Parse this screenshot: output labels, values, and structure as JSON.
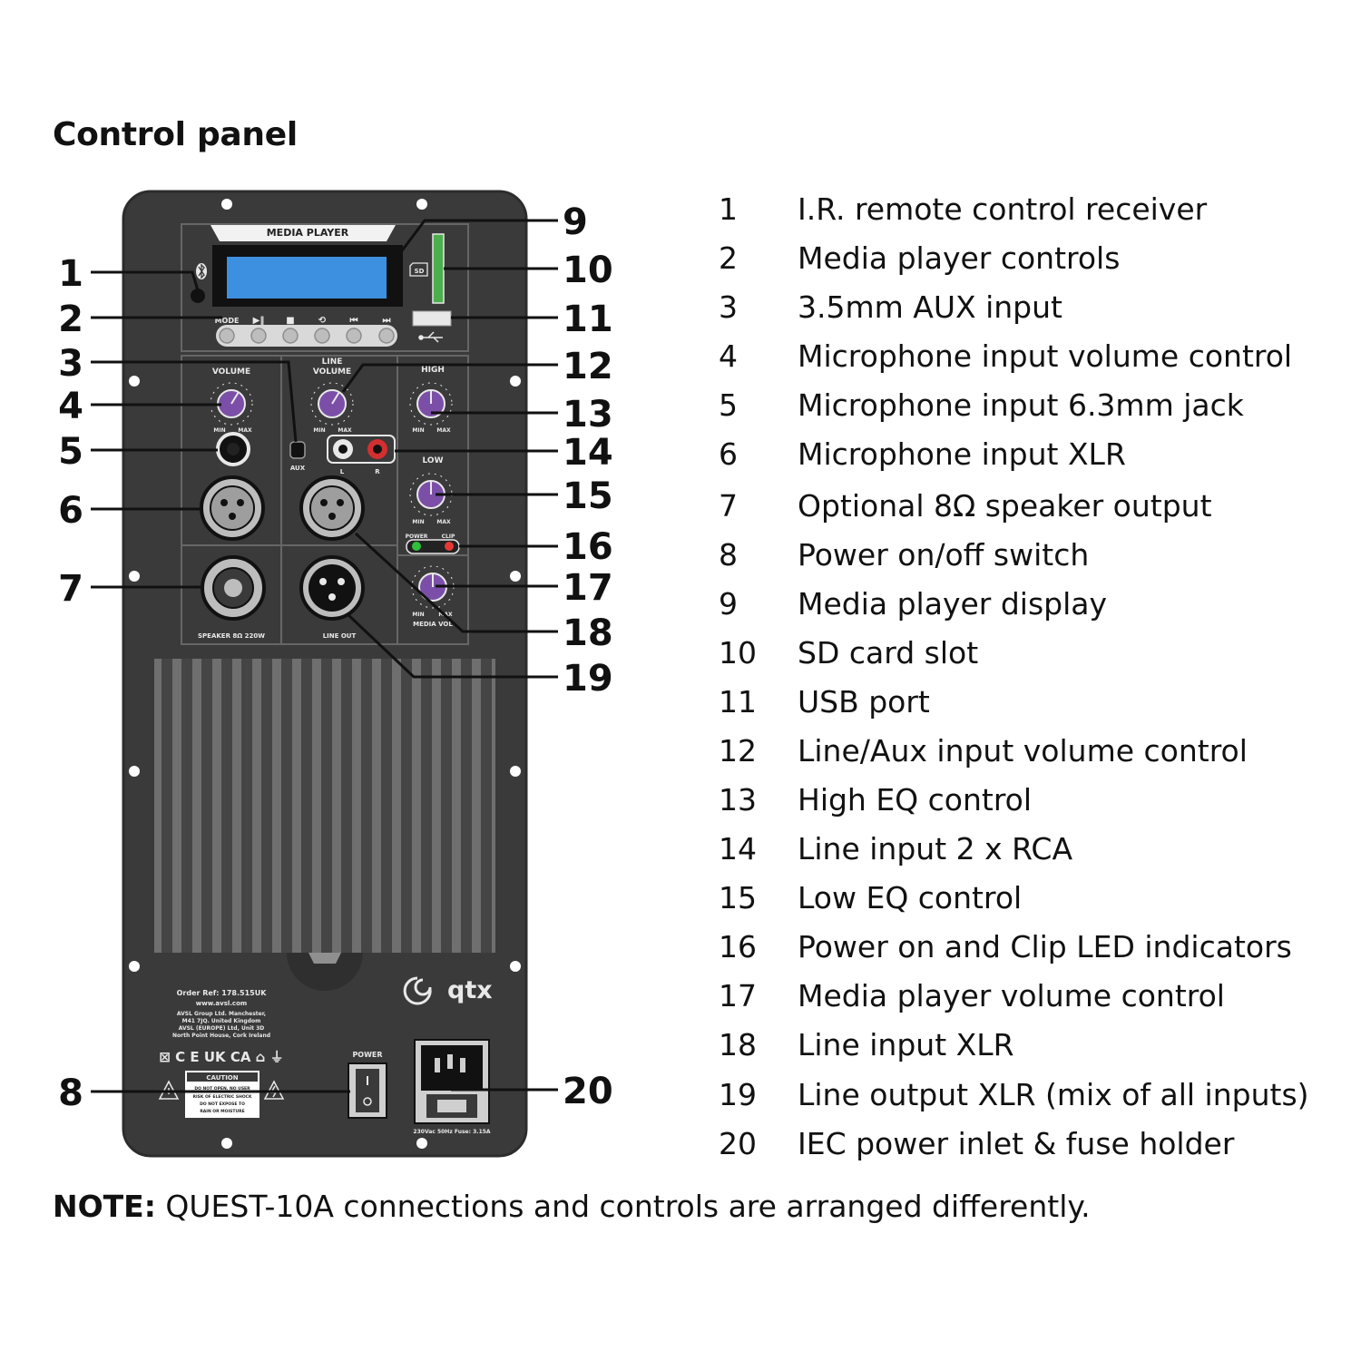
{
  "title": "Control panel",
  "legend": [
    {
      "num": "1",
      "desc": "I.R. remote control receiver"
    },
    {
      "num": "2",
      "desc": "Media player controls"
    },
    {
      "num": "3",
      "desc": "3.5mm AUX input"
    },
    {
      "num": "4",
      "desc": "Microphone input volume control"
    },
    {
      "num": "5",
      "desc": "Microphone input 6.3mm jack"
    },
    {
      "num": "6",
      "desc": "Microphone input XLR"
    },
    {
      "num": "7",
      "desc": "Optional 8Ω speaker output"
    },
    {
      "num": "8",
      "desc": "Power on/off switch"
    },
    {
      "num": "9",
      "desc": "Media player display"
    },
    {
      "num": "10",
      "desc": "SD card slot"
    },
    {
      "num": "11",
      "desc": "USB port"
    },
    {
      "num": "12",
      "desc": "Line/Aux input volume control"
    },
    {
      "num": "13",
      "desc": "High EQ control"
    },
    {
      "num": "14",
      "desc": "Line input 2 x RCA"
    },
    {
      "num": "15",
      "desc": "Low EQ control"
    },
    {
      "num": "16",
      "desc": "Power on and Clip LED indicators"
    },
    {
      "num": "17",
      "desc": "Media player volume control"
    },
    {
      "num": "18",
      "desc": "Line input XLR"
    },
    {
      "num": "19",
      "desc": "Line output XLR (mix of all inputs)"
    },
    {
      "num": "20",
      "desc": "IEC power inlet & fuse holder"
    }
  ],
  "note": {
    "label": "NOTE:",
    "text": " QUEST-10A connections and controls are arranged differently."
  },
  "panel": {
    "media_player_label": "MEDIA PLAYER",
    "button_labels": [
      "MODE",
      "▶‖",
      "■",
      "⟲",
      "⏮",
      "⏭"
    ],
    "sd_label": "SD",
    "mic_volume_label": "VOLUME",
    "line_volume_label": "LINE\nVOLUME",
    "high_label": "HIGH",
    "low_label": "LOW",
    "min_label": "MIN",
    "max_label": "MAX",
    "aux_label": "AUX",
    "rca_left_label": "L",
    "rca_right_label": "R",
    "power_led_label": "POWER",
    "clip_led_label": "CLIP",
    "media_volume_label": "MEDIA VOL",
    "speaker_label": "SPEAKER 8Ω 220W",
    "line_out_label": "LINE OUT",
    "order_ref": "Order Ref: 178.515UK",
    "website": "www.avsl.com",
    "address_lines": [
      "AVSL Group Ltd. Manchester,",
      "M41 7JQ. United Kingdom",
      "AVSL (EUROPE) Ltd, Unit 3D",
      "North Point House, Cork Ireland"
    ],
    "certification_marks": "⊠ C E UK CA ⌂ ⏚",
    "caution_title": "CAUTION",
    "caution_lines": [
      "DO NOT OPEN. NO USER",
      "RISK OF ELECTRIC SHOCK",
      "DO NOT EXPOSE TO",
      "RAIN OR MOISTURE"
    ],
    "power_switch_label": "POWER",
    "brand": "qtx",
    "mains_rating": "230Vac 50Hz  Fuse: 3.15A"
  },
  "colors": {
    "panel": "#3a3a3a",
    "panel_edge": "#2c2c2c",
    "display": "#3d8fe0",
    "knob": "#7b4fa8",
    "sd_strip": "#4cae4c",
    "led_power": "#2fbf3a",
    "led_clip": "#e53935",
    "rca_right": "#d32f2f"
  }
}
